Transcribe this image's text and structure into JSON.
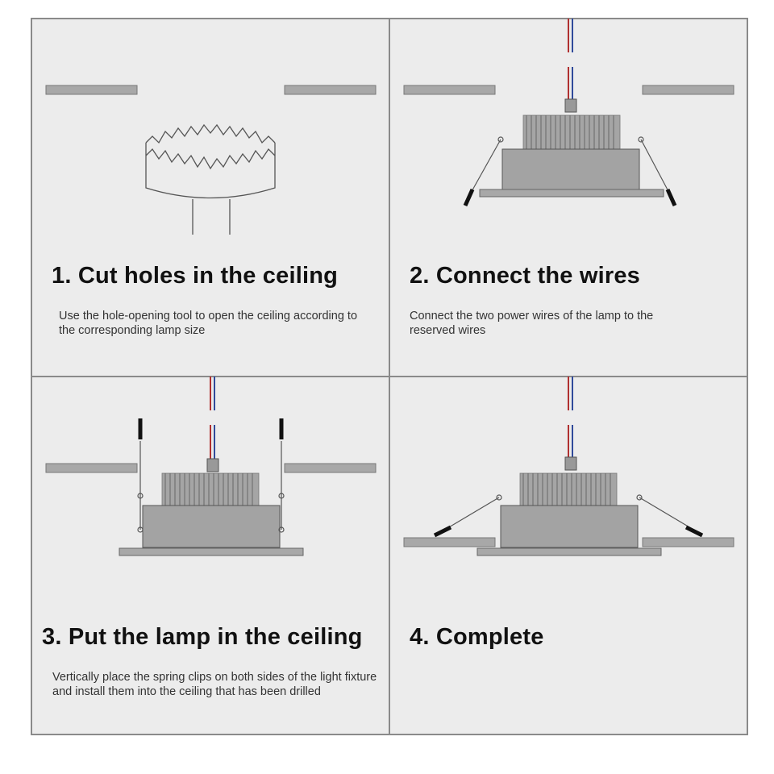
{
  "steps": [
    {
      "number": "1",
      "title": "1. Cut holes in the ceiling",
      "description": "Use the hole-opening tool to open the ceiling according to the corresponding lamp size"
    },
    {
      "number": "2",
      "title": "2. Connect the wires",
      "description": "Connect the two power wires of the lamp to the reserved wires"
    },
    {
      "number": "3",
      "title": "3. Put the lamp in the ceiling",
      "description": "Vertically place the spring clips on both sides of the light fixture and install them into the ceiling that has been drilled"
    },
    {
      "number": "4",
      "title": "4. Complete",
      "description": ""
    }
  ],
  "colors": {
    "panel_bg": "#ececec",
    "border": "#8a8a8a",
    "ceiling": "#a8a8a8",
    "lamp_body": "#a3a3a3",
    "heatsink": "#9c9c9c",
    "clip": "#111111",
    "wire_red": "#b03030",
    "wire_blue": "#304a9a"
  }
}
